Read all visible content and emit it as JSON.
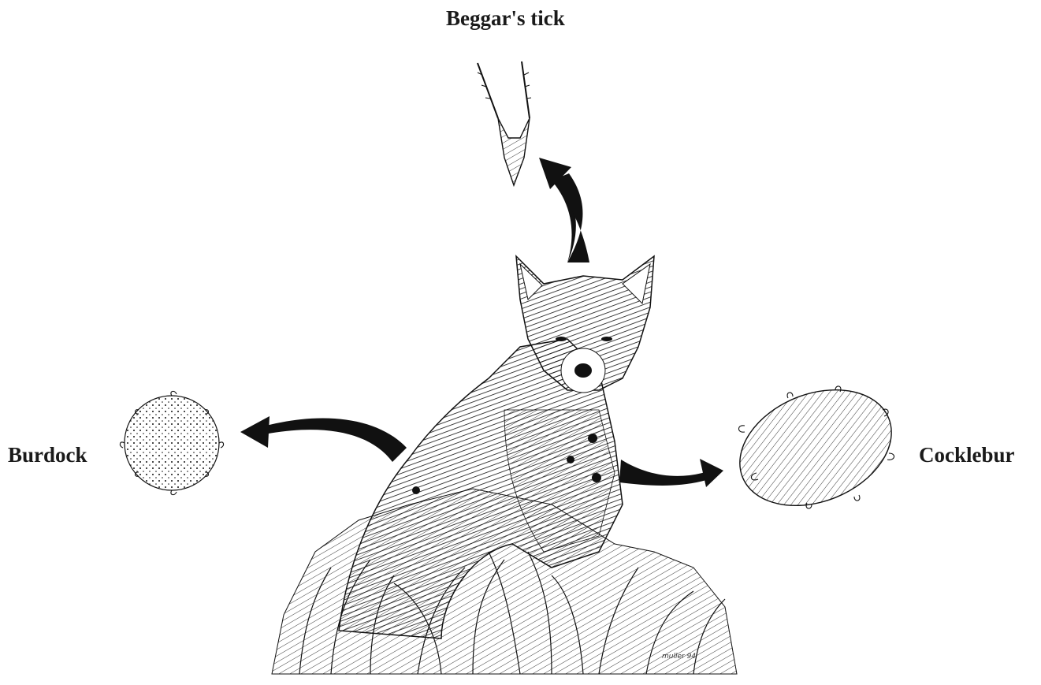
{
  "diagram": {
    "labels": {
      "top": "Beggar's tick",
      "left": "Burdock",
      "right": "Cocklebur"
    },
    "signature": "muller 94",
    "colors": {
      "ink": "#111111",
      "background": "#ffffff"
    }
  }
}
